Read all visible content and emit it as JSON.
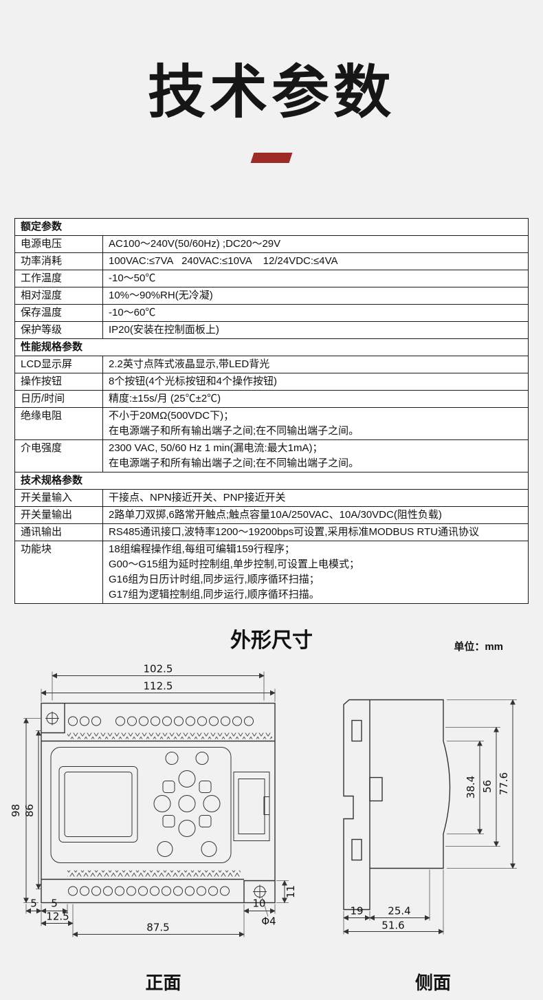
{
  "page": {
    "title": "技术参数",
    "dims_heading": "外形尺寸",
    "unit_note": "单位：mm",
    "front_caption": "正面",
    "side_caption": "侧面",
    "accent_color": "#9e2b25"
  },
  "spec_table": {
    "rows": [
      {
        "section": "额定参数"
      },
      {
        "label": "电源电压",
        "value": "AC100～240V(50/60Hz) ;DC20～29V"
      },
      {
        "label": "功率消耗",
        "value": "100VAC:≤7VA   240VAC:≤10VA    12/24VDC:≤4VA"
      },
      {
        "label": "工作温度",
        "value": "-10～50℃"
      },
      {
        "label": "相对湿度",
        "value": "10%～90%RH(无冷凝)"
      },
      {
        "label": "保存温度",
        "value": "-10～60℃"
      },
      {
        "label": "保护等级",
        "value": "IP20(安装在控制面板上)"
      },
      {
        "section": "性能规格参数"
      },
      {
        "label": "LCD显示屏",
        "value": "2.2英寸点阵式液晶显示,带LED背光"
      },
      {
        "label": "操作按钮",
        "value": "8个按钮(4个光标按钮和4个操作按钮)"
      },
      {
        "label": "日历/时间",
        "value": "精度:±15s/月 (25℃±2℃)"
      },
      {
        "label": "绝缘电阻",
        "value": "不小于20MΩ(500VDC下)；\n在电源端子和所有输出端子之间;在不同输出端子之间。"
      },
      {
        "label": "介电强度",
        "value": "2300 VAC, 50/60 Hz 1 min(漏电流:最大1mA)；\n在电源端子和所有输出端子之间;在不同输出端子之间。"
      },
      {
        "section": "技术规格参数"
      },
      {
        "label": "开关量输入",
        "value": "干接点、NPN接近开关、PNP接近开关"
      },
      {
        "label": "开关量输出",
        "value": "2路单刀双掷,6路常开触点;触点容量10A/250VAC、10A/30VDC(阻性负载)"
      },
      {
        "label": "通讯输出",
        "value": "RS485通讯接口,波特率1200～19200bps可设置,采用标准MODBUS RTU通讯协议"
      },
      {
        "label": "功能块",
        "value": "18组编程操作组,每组可编辑159行程序；\nG00～G15组为延时控制组,单步控制,可设置上电模式；\nG16组为日历计时组,同步运行,顺序循环扫描；\nG17组为逻辑控制组,同步运行,顺序循环扫描。"
      }
    ]
  },
  "front_view": {
    "dim_width_holes": "102.5",
    "dim_width_total": "112.5",
    "dim_height_total": "98",
    "dim_height_inner": "86",
    "dim_left_offset": "5",
    "dim_left_offset2": "5",
    "dim_bottom_small": "12.5",
    "dim_bottom_wide": "87.5",
    "dim_ear_width": "10",
    "dim_ear_height": "11",
    "dim_hole": "Φ4"
  },
  "side_view": {
    "dim_face": "38.4",
    "dim_body": "56",
    "dim_total": "77.6",
    "dim_rail": "19",
    "dim_depth": "25.4",
    "dim_total_depth": "51.6"
  }
}
